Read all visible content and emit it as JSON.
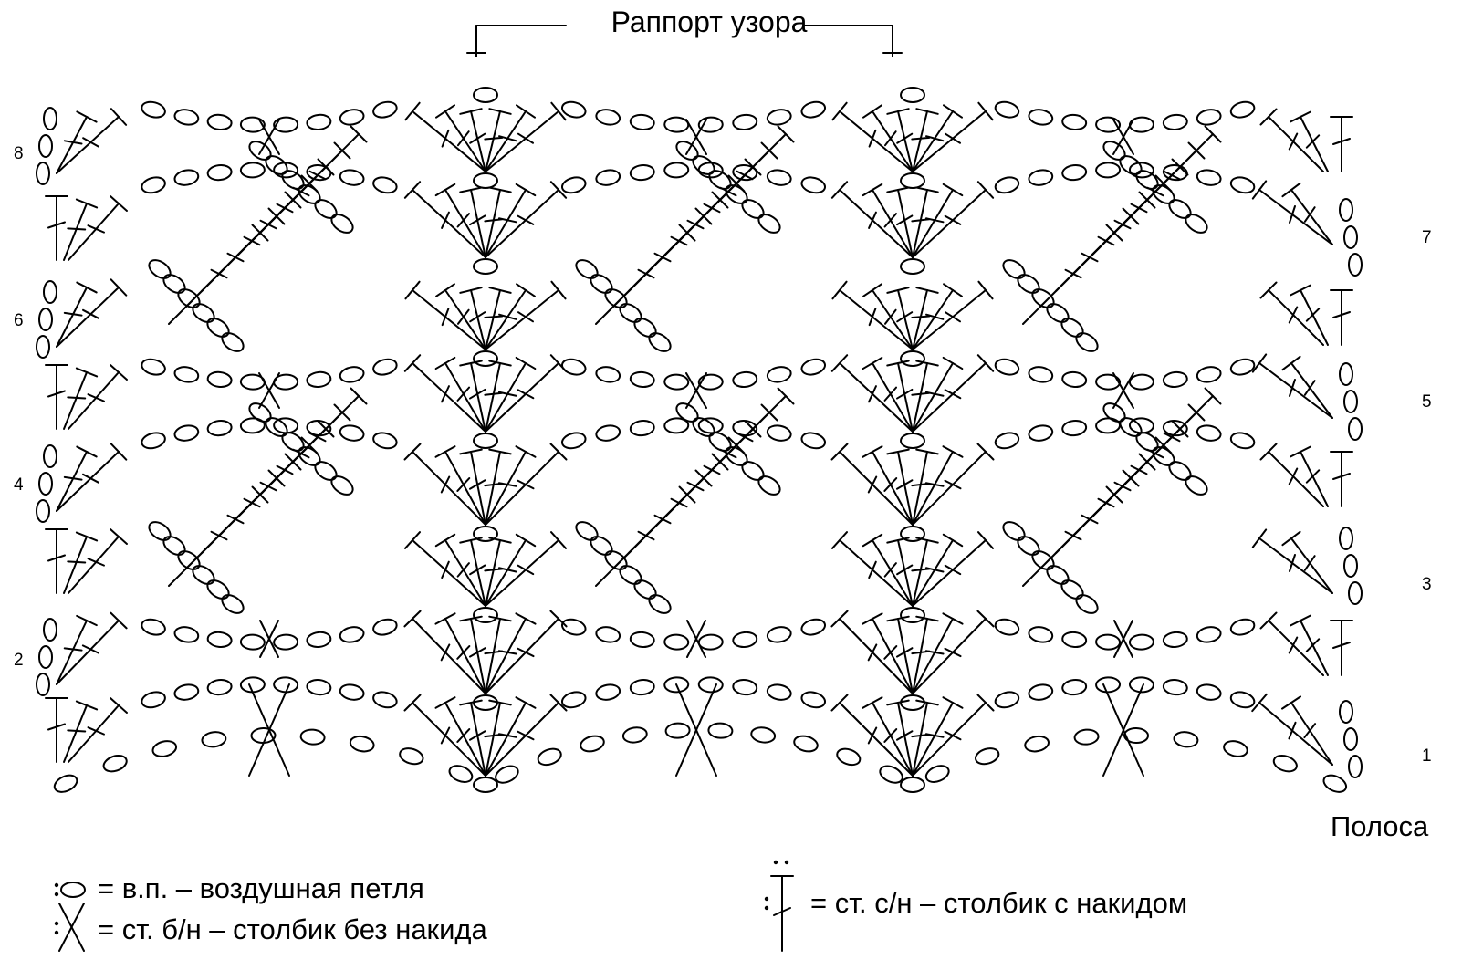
{
  "title": "Раппорт узора",
  "strip_label": "Полоса",
  "row_numbers_left": [
    "8",
    "6",
    "4",
    "2"
  ],
  "row_numbers_right": [
    "7",
    "5",
    "3",
    "1"
  ],
  "legend": {
    "chain": "= в.п. – воздушная петля",
    "sc": "= ст. б/н – столбик без накида",
    "dc": "= ст. с/н – столбик с накидом"
  },
  "symbols": {
    "chain": "oval-icon",
    "sc": "cross-icon",
    "dc": "double-crochet-icon"
  },
  "line_color": "#000000",
  "background": "#ffffff"
}
